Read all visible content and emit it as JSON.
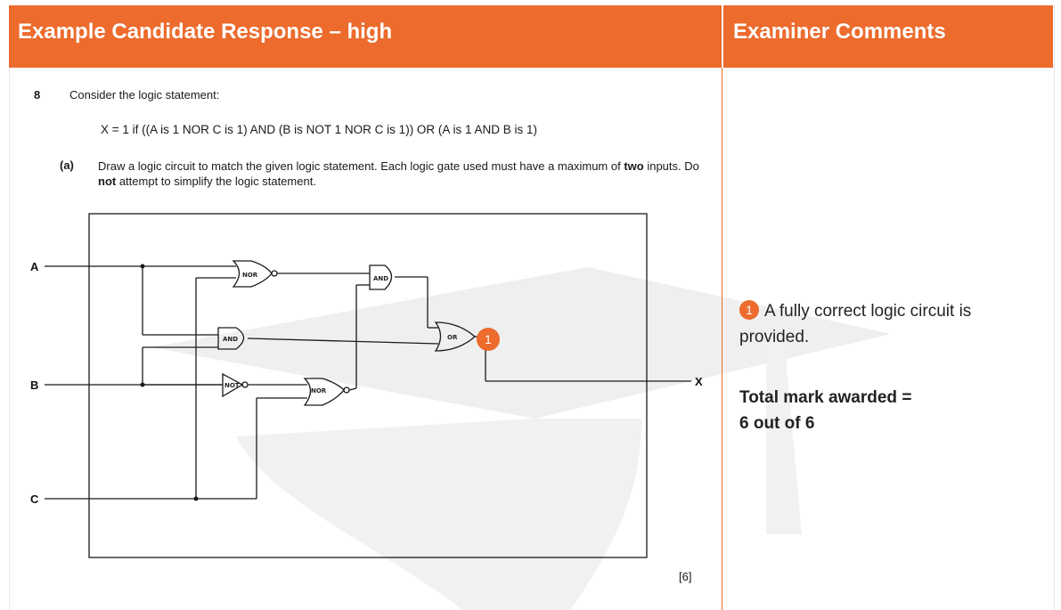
{
  "header": {
    "left_title": "Example Candidate Response – high",
    "right_title": "Examiner Comments"
  },
  "question": {
    "number": "8",
    "prompt": "Consider the logic statement:",
    "statement": "X = 1 if ((A is 1 NOR C is 1) AND (B is NOT 1 NOR C is 1)) OR (A is 1 AND B is 1)",
    "part_label": "(a)",
    "part_text_1": "Draw a logic circuit to match the given logic statement. Each logic gate used must have a maximum of ",
    "part_text_bold_1": "two",
    "part_text_2": " inputs. Do ",
    "part_text_bold_2": "not",
    "part_text_3": " attempt to simplify the logic statement.",
    "marks": "[6]"
  },
  "circuit": {
    "inputs": [
      "A",
      "B",
      "C"
    ],
    "output": "X",
    "gates": {
      "nor_top": "NOR",
      "and_top": "AND",
      "and_mid": "AND",
      "not_gate": "NOT",
      "nor_bottom": "NOR",
      "or_gate": "OR"
    },
    "marker": "1"
  },
  "comments": {
    "badge": "1",
    "text": "A fully correct logic circuit is provided.",
    "total_line1": "Total mark awarded =",
    "total_line2": "6 out of 6"
  },
  "colors": {
    "accent": "#ec6b2d",
    "watermark": "#ececec"
  }
}
